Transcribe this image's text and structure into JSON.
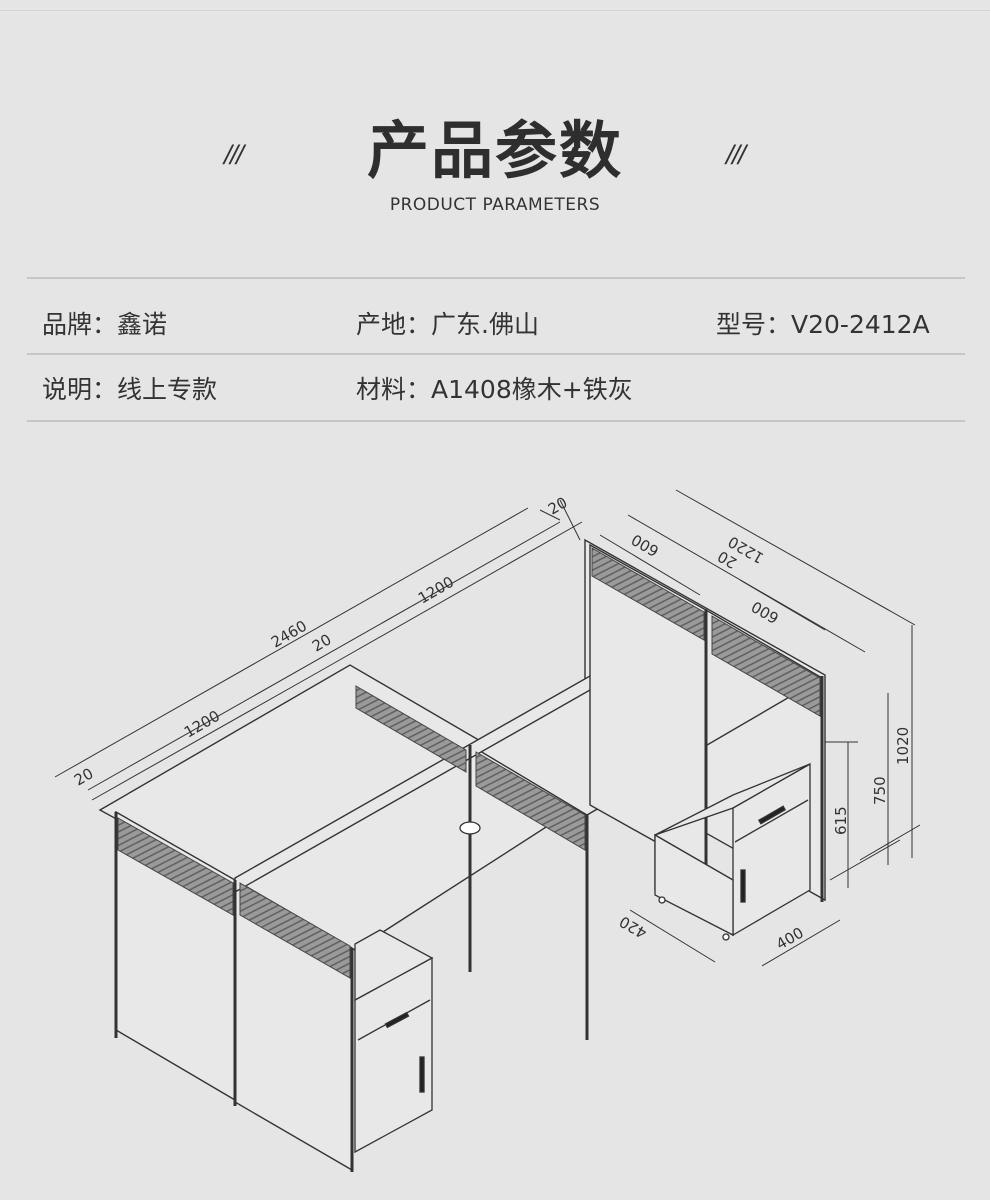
{
  "header": {
    "title": "产品参数",
    "subtitle": "PRODUCT PARAMETERS",
    "slash_left": "///",
    "slash_right": "///"
  },
  "params": {
    "row1": [
      {
        "label": "品牌：",
        "value": "鑫诺"
      },
      {
        "label": "产地：",
        "value": "广东.佛山"
      },
      {
        "label": "型号：",
        "value": "V20-2412A"
      }
    ],
    "row2": [
      {
        "label": "说明：",
        "value": "线上专款"
      },
      {
        "label": "材料：",
        "value": "A1408橡木+铁灰"
      }
    ]
  },
  "dimensions": {
    "total_length": "2460",
    "left_desk": "1200",
    "right_desk": "1200",
    "gap_left": "20",
    "gap_mid": "20",
    "gap_right": "20",
    "depth_total": "1220",
    "depth_back": "600",
    "depth_front": "600",
    "depth_gap": "20",
    "screen_height": "1020",
    "desk_height": "750",
    "pedestal_height": "615",
    "pedestal_depth": "420",
    "pedestal_width": "400"
  }
}
